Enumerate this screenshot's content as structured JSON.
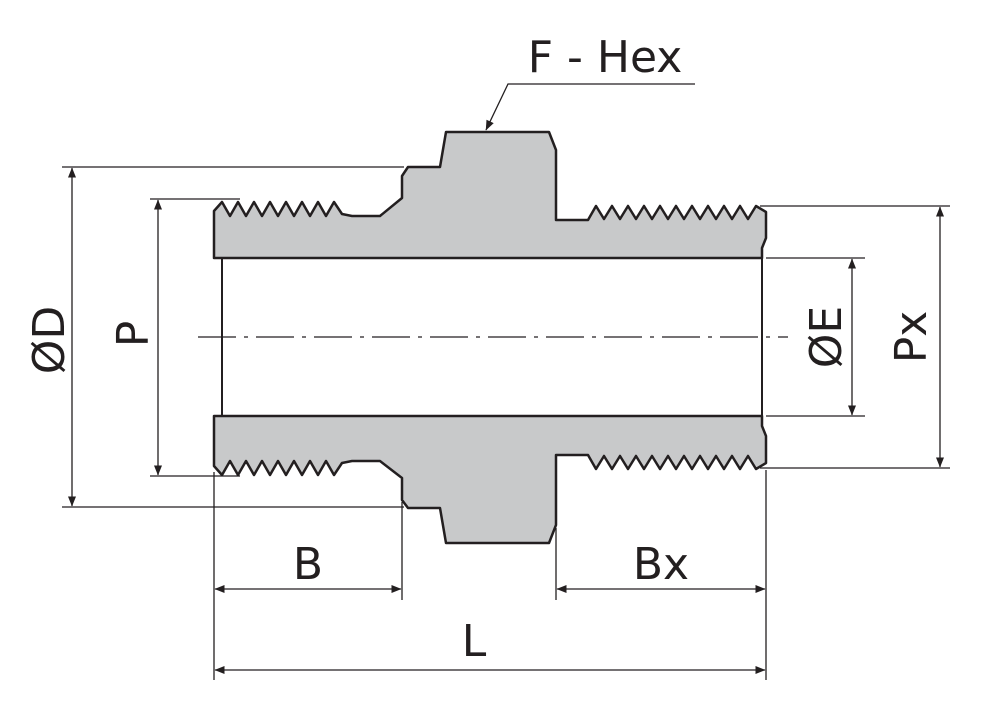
{
  "labels": {
    "hex": "F - Hex",
    "od": "ØD",
    "thread_left": "P",
    "id": "ØE",
    "thread_right": "Px",
    "len_left": "B",
    "len_right": "Bx",
    "len_total": "L"
  },
  "colors": {
    "body_fill": "#c8c9ca",
    "stroke": "#231f20",
    "background": "#ffffff"
  }
}
